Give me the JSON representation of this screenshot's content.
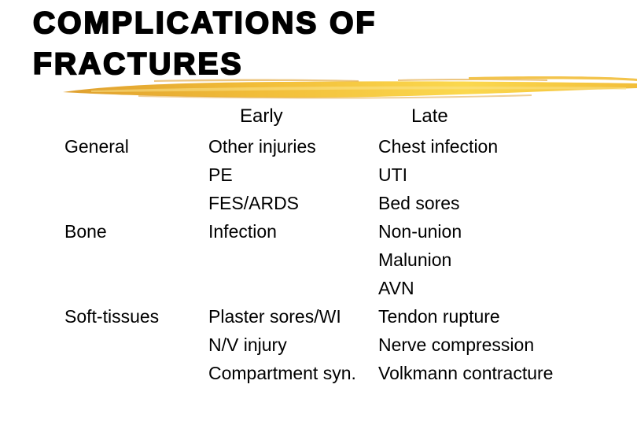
{
  "slide": {
    "title": {
      "line1": "COMPLICATIONS OF",
      "line2": "FRACTURES"
    },
    "accent": {
      "gold_dark": "#DFA02F",
      "gold_main": "#F2BE39",
      "gold_light": "#FBD84E",
      "gold_highlight": "#FCE38A"
    },
    "table": {
      "column_headers": {
        "early": "Early",
        "late": "Late"
      },
      "rows": [
        {
          "category": "General",
          "early": "Other injuries",
          "late": "Chest infection"
        },
        {
          "category": "",
          "early": "PE",
          "late": "UTI"
        },
        {
          "category": "",
          "early": "FES/ARDS",
          "late": "Bed sores"
        },
        {
          "category": "Bone",
          "early": "Infection",
          "late": "Non-union"
        },
        {
          "category": "",
          "early": "",
          "late": "Malunion"
        },
        {
          "category": "",
          "early": "",
          "late": "AVN"
        },
        {
          "category": "Soft-tissues",
          "early": "Plaster sores/WI",
          "late": "Tendon rupture"
        },
        {
          "category": "",
          "early": "N/V injury",
          "late": "Nerve compression"
        },
        {
          "category": "",
          "early": "Compartment syn.",
          "late": "Volkmann contracture"
        }
      ]
    }
  }
}
